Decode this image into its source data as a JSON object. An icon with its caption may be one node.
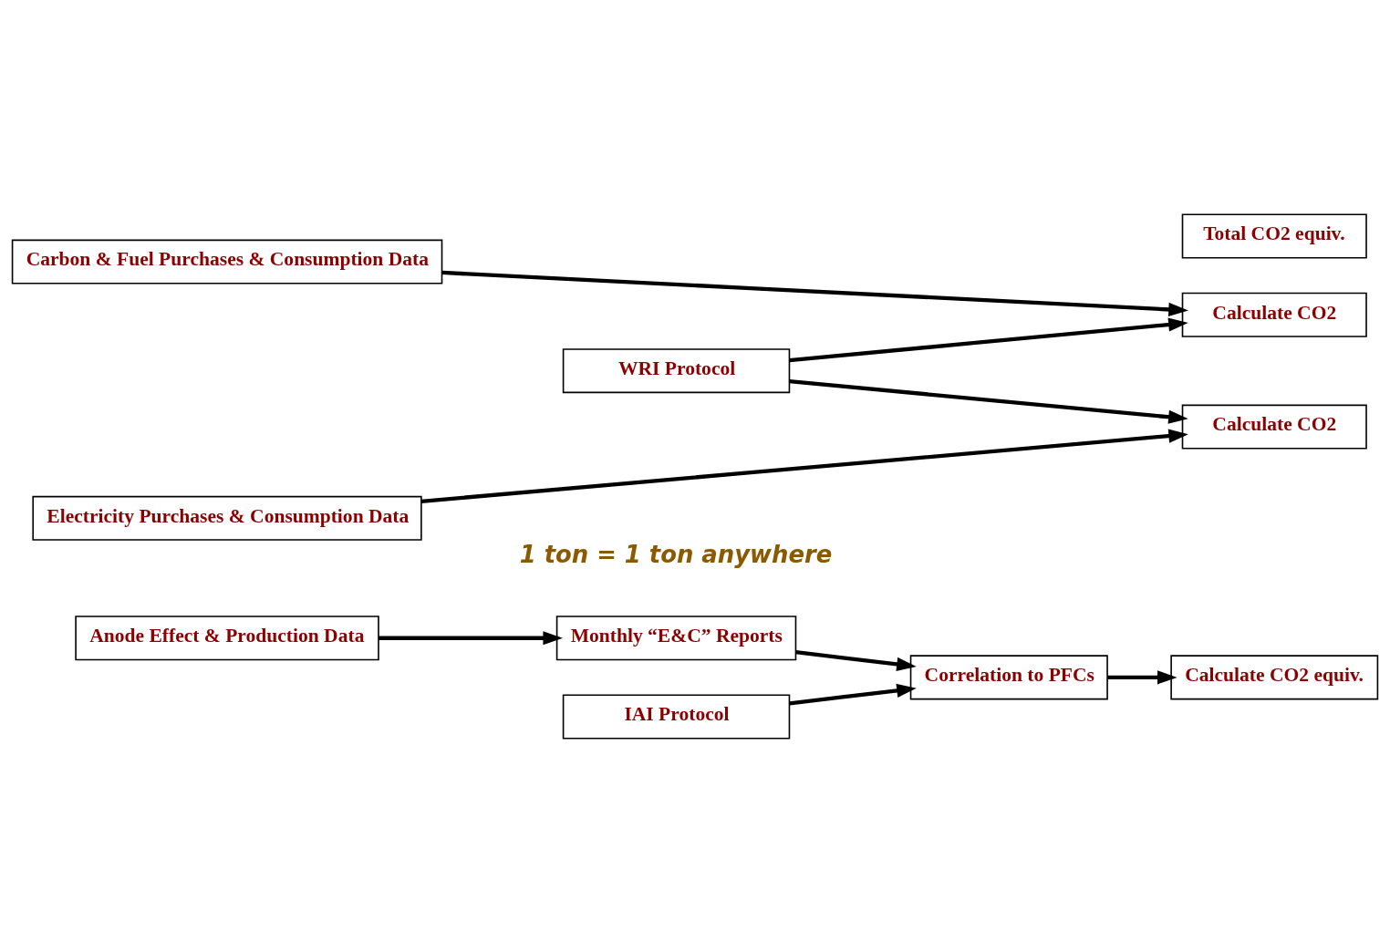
{
  "diagram": {
    "nodes": [
      {
        "text": [
          "Anode Effect & Production Data"
        ]
      },
      {
        "text": [
          "Monthly “E&C” Reports"
        ]
      },
      {
        "text": [
          "Correlation to PFCs"
        ]
      },
      {
        "text": [
          "Calculate CO2 equiv."
        ]
      },
      {
        "text": [
          "IAI Protocol"
        ]
      },
      {
        "text": [
          "Carbon & Fuel Purchases & Consumption Data"
        ]
      },
      {
        "text": [
          "Calculate CO2"
        ]
      },
      {
        "text": [
          "WRI Protocol"
        ]
      },
      {
        "text": [
          "Electricity Purchases & Consumption Data"
        ]
      },
      {
        "text": [
          "Calculate CO2"
        ]
      },
      {
        "text": [
          "Total CO2 equiv."
        ]
      }
    ],
    "edges": [
      {
        "from": 0,
        "to": 1,
        "arrow": "to"
      },
      {
        "from": 1,
        "to": 2,
        "arrow": "to"
      },
      {
        "from": 4,
        "to": 2,
        "arrow": "to"
      },
      {
        "from": 2,
        "to": 3,
        "arrow": "to"
      },
      {
        "from": 5,
        "to": 6,
        "arrow": "to"
      },
      {
        "from": 7,
        "to": 6,
        "arrow": "to"
      },
      {
        "from": 7,
        "to": 9,
        "arrow": "to"
      },
      {
        "from": 8,
        "to": 9,
        "arrow": "to"
      }
    ],
    "labels": [
      "1 ton = 1 ton anywhere"
    ]
  }
}
